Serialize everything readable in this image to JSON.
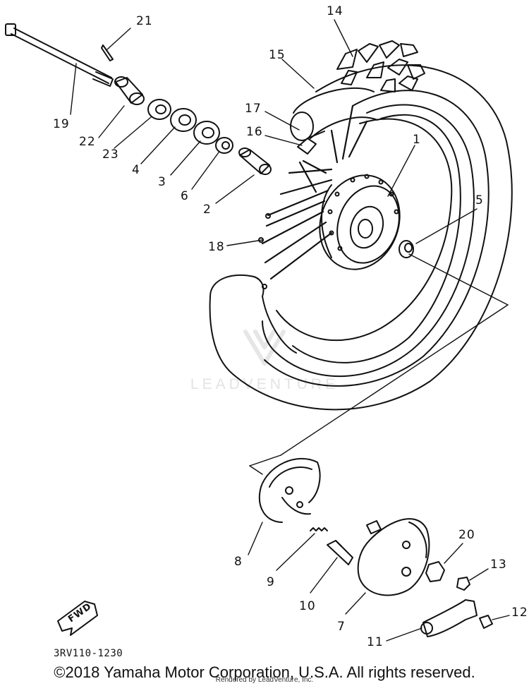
{
  "diagram_code": "3RV110-1230",
  "copyright": "©2018 Yamaha Motor Corporation, U.S.A. All rights reserved.",
  "rendered_by": "Rendered by LeadVenture, Inc.",
  "watermark": "LEADVENTURE",
  "fwd_label": "FWD",
  "callouts": {
    "p1": "1",
    "p2": "2",
    "p3": "3",
    "p4": "4",
    "p5": "5",
    "p6": "6",
    "p7": "7",
    "p8": "8",
    "p9": "9",
    "p10": "10",
    "p11": "11",
    "p12": "12",
    "p13": "13",
    "p14": "14",
    "p15": "15",
    "p16": "16",
    "p17": "17",
    "p18": "18",
    "p19": "19",
    "p20": "20",
    "p21": "21",
    "p22": "22",
    "p23": "23"
  },
  "parts": [
    {
      "ref": "1",
      "part": "hub"
    },
    {
      "ref": "2",
      "part": "spacer"
    },
    {
      "ref": "3",
      "part": "bearing"
    },
    {
      "ref": "4",
      "part": "bearing"
    },
    {
      "ref": "5",
      "part": "collar"
    },
    {
      "ref": "6",
      "part": "oil-seal"
    },
    {
      "ref": "7",
      "part": "brake-shoe-plate"
    },
    {
      "ref": "8",
      "part": "brake-shoe"
    },
    {
      "ref": "9",
      "part": "spring"
    },
    {
      "ref": "10",
      "part": "camshaft"
    },
    {
      "ref": "11",
      "part": "camshaft-lever"
    },
    {
      "ref": "12",
      "part": "bolt"
    },
    {
      "ref": "13",
      "part": "nut"
    },
    {
      "ref": "14",
      "part": "tire"
    },
    {
      "ref": "15",
      "part": "tube"
    },
    {
      "ref": "16",
      "part": "rim-band"
    },
    {
      "ref": "17",
      "part": "valve"
    },
    {
      "ref": "18",
      "part": "spoke-set"
    },
    {
      "ref": "19",
      "part": "wheel-axle"
    },
    {
      "ref": "20",
      "part": "nut"
    },
    {
      "ref": "21",
      "part": "cotter-pin"
    },
    {
      "ref": "22",
      "part": "collar"
    },
    {
      "ref": "23",
      "part": "dust-seal"
    }
  ]
}
